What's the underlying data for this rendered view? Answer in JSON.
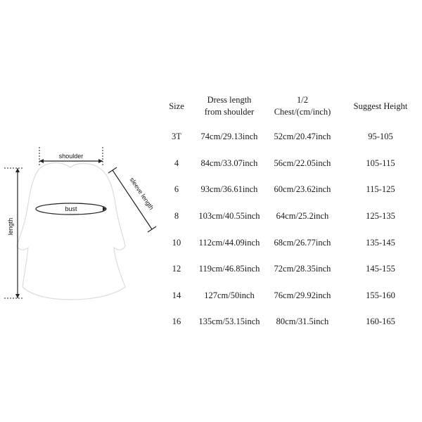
{
  "diagram": {
    "shoulder_label": "shoulder",
    "sleeve_label": "sleeve length",
    "bust_label": "bust",
    "length_label": "length"
  },
  "table": {
    "headers": [
      {
        "lines": [
          "Size"
        ]
      },
      {
        "lines": [
          "Dress length",
          "from shoulder"
        ]
      },
      {
        "lines": [
          "1/2",
          "Chest/(cm/inch)"
        ]
      },
      {
        "lines": [
          "Suggest Height"
        ]
      }
    ],
    "rows": [
      [
        "3T",
        "74cm/29.13inch",
        "52cm/20.47inch",
        "95-105"
      ],
      [
        "4",
        "84cm/33.07inch",
        "56cm/22.05inch",
        "105-115"
      ],
      [
        "6",
        "93cm/36.61inch",
        "60cm/23.62inch",
        "115-125"
      ],
      [
        "8",
        "103cm/40.55inch",
        "64cm/25.2inch",
        "125-135"
      ],
      [
        "10",
        "112cm/44.09inch",
        "68cm/26.77inch",
        "135-145"
      ],
      [
        "12",
        "119cm/46.85inch",
        "72cm/28.35inch",
        "145-155"
      ],
      [
        "14",
        "127cm/50inch",
        "76cm/29.92inch",
        "155-160"
      ],
      [
        "16",
        "135cm/53.15inch",
        "80cm/31.5inch",
        "160-165"
      ]
    ]
  }
}
